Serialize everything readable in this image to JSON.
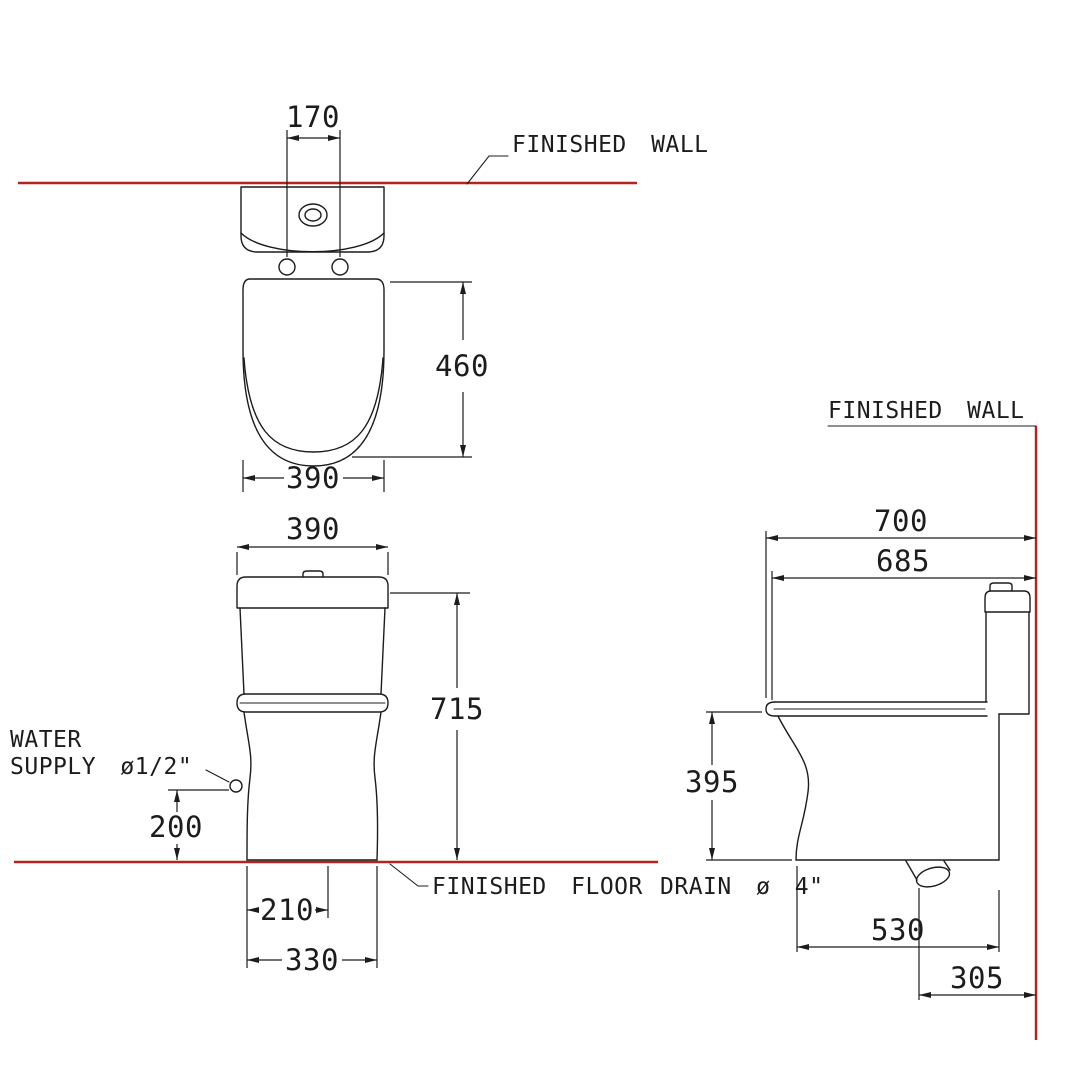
{
  "colors": {
    "ink": "#1c1c1c",
    "reference_red": "#b4231f",
    "background": "#ffffff"
  },
  "labels": {
    "finished_wall_top": "FINISHED WALL",
    "finished_wall_side": "FINISHED WALL",
    "finished_floor": "FINISHED FLOOR",
    "drain": "DRAIN ø 4\"",
    "water_supply_line1": "WATER",
    "water_supply_line2": "SUPPLY ø1/2\""
  },
  "top_view": {
    "dim_button_spacing": "170",
    "dim_seat_length": "460",
    "dim_width": "390"
  },
  "front_view": {
    "dim_width": "390",
    "dim_height": "715",
    "dim_supply_height": "200",
    "dim_base_inner": "210",
    "dim_base_width": "330"
  },
  "side_view": {
    "dim_depth_overall": "700",
    "dim_depth_rim": "685",
    "dim_rim_height": "395",
    "dim_base_depth": "530",
    "dim_drain_to_wall": "305"
  }
}
